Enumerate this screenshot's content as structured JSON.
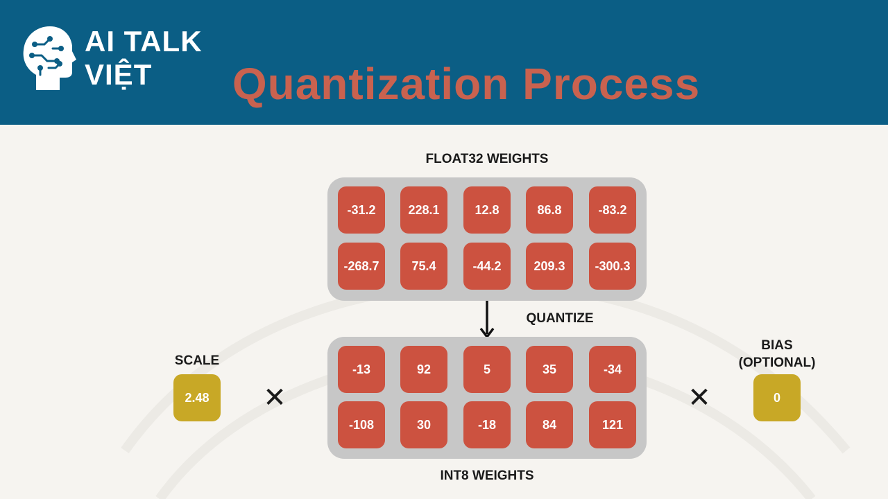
{
  "brand": {
    "line1": "AI TALK",
    "line2": "VIỆT"
  },
  "title": "Quantization Process",
  "float_label": "FLOAT32 WEIGHTS",
  "float_weights": [
    [
      "-31.2",
      "228.1",
      "12.8",
      "86.8",
      "-83.2"
    ],
    [
      "-268.7",
      "75.4",
      "-44.2",
      "209.3",
      "-300.3"
    ]
  ],
  "quantize_label": "QUANTIZE",
  "int_label": "INT8 WEIGHTS",
  "int_weights": [
    [
      "-13",
      "92",
      "5",
      "35",
      "-34"
    ],
    [
      "-108",
      "30",
      "-18",
      "84",
      "121"
    ]
  ],
  "scale": {
    "label": "SCALE",
    "value": "2.48"
  },
  "bias": {
    "label_line1": "BIAS",
    "label_line2": "(OPTIONAL)",
    "value": "0"
  },
  "operator_symbol": "✕",
  "colors": {
    "header": "#0b5e85",
    "title": "#c9624f",
    "cell": "#cc5240",
    "panel": "#c7c7c7",
    "yellow_box": "#c8a826"
  },
  "icons": [
    "brain-circuit-icon",
    "arrow-down-icon",
    "multiply-icon"
  ]
}
